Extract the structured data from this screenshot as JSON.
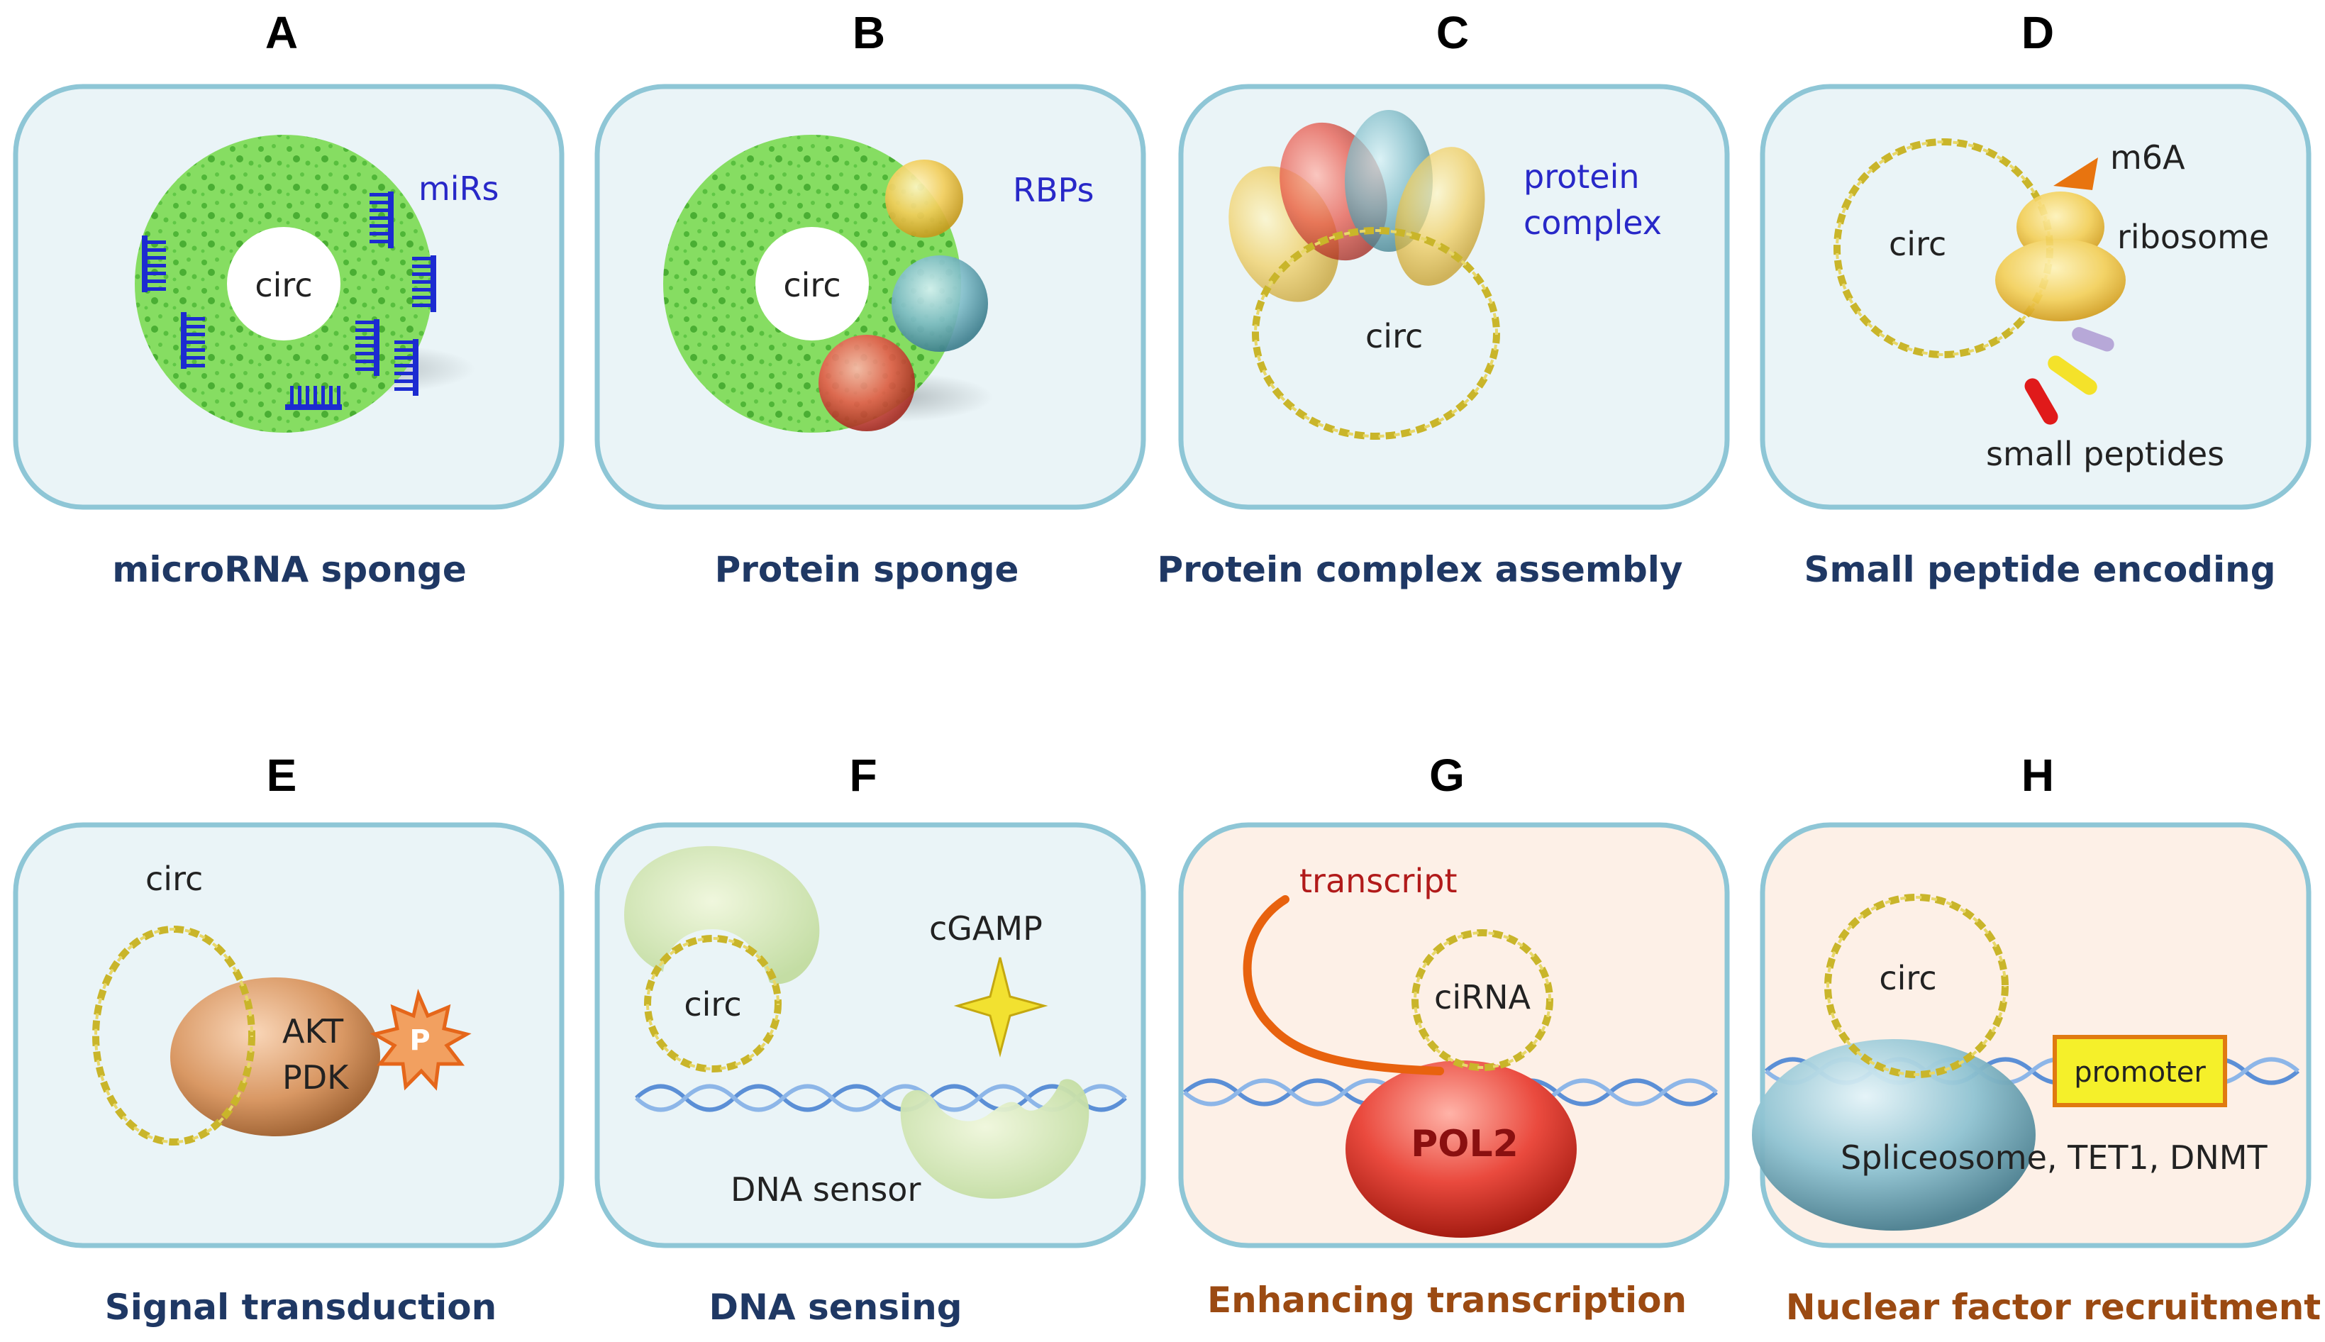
{
  "panels": [
    {
      "letter": "A",
      "caption": "microRNA sponge",
      "labels": {
        "circ": "circ",
        "mirs": "miRs"
      }
    },
    {
      "letter": "B",
      "caption": "Protein sponge",
      "labels": {
        "circ": "circ",
        "rbps": "RBPs"
      }
    },
    {
      "letter": "C",
      "caption": "Protein complex assembly",
      "labels": {
        "circ": "circ",
        "protein": "protein",
        "complex": "complex"
      }
    },
    {
      "letter": "D",
      "caption": "Small peptide encoding",
      "labels": {
        "circ": "circ",
        "m6a": "m6A",
        "ribosome": "ribosome",
        "peptides": "small peptides"
      }
    },
    {
      "letter": "E",
      "caption": "Signal transduction",
      "labels": {
        "circ": "circ",
        "akt": "AKT",
        "pdk": "PDK",
        "p": "P"
      }
    },
    {
      "letter": "F",
      "caption": "DNA sensing",
      "labels": {
        "circ": "circ",
        "cgamp": "cGAMP",
        "sensor": "DNA sensor"
      }
    },
    {
      "letter": "G",
      "caption": "Enhancing transcription",
      "labels": {
        "transcript": "transcript",
        "cirna": "ciRNA",
        "pol2": "POL2"
      }
    },
    {
      "letter": "H",
      "caption": "Nuclear factor recruitment",
      "labels": {
        "circ": "circ",
        "promoter": "promoter",
        "factors": "Spliceosome, TET1, DNMT"
      }
    }
  ],
  "colors": {
    "box_fill_cytoplasm": "#eaf4f7",
    "box_fill_nucleus": "#fdf0e7",
    "box_border": "#8ec6d6",
    "caption_cytoplasm": "#1f3864",
    "caption_nucleus": "#9b4a12",
    "circ_strand": "#c9b52a",
    "sponge": "#7bd65a",
    "mir_comb": "#1c2bd1",
    "dna": "#5b8fd6"
  },
  "icons": [
    "sponge-ring",
    "mirna-comb",
    "rbp-sphere",
    "circ-wavy-ring",
    "ribosome",
    "peptide-bar",
    "m6a-triangle",
    "phospho-star",
    "dna-helix",
    "cgamp-star",
    "pol2-blob",
    "promoter-box"
  ]
}
